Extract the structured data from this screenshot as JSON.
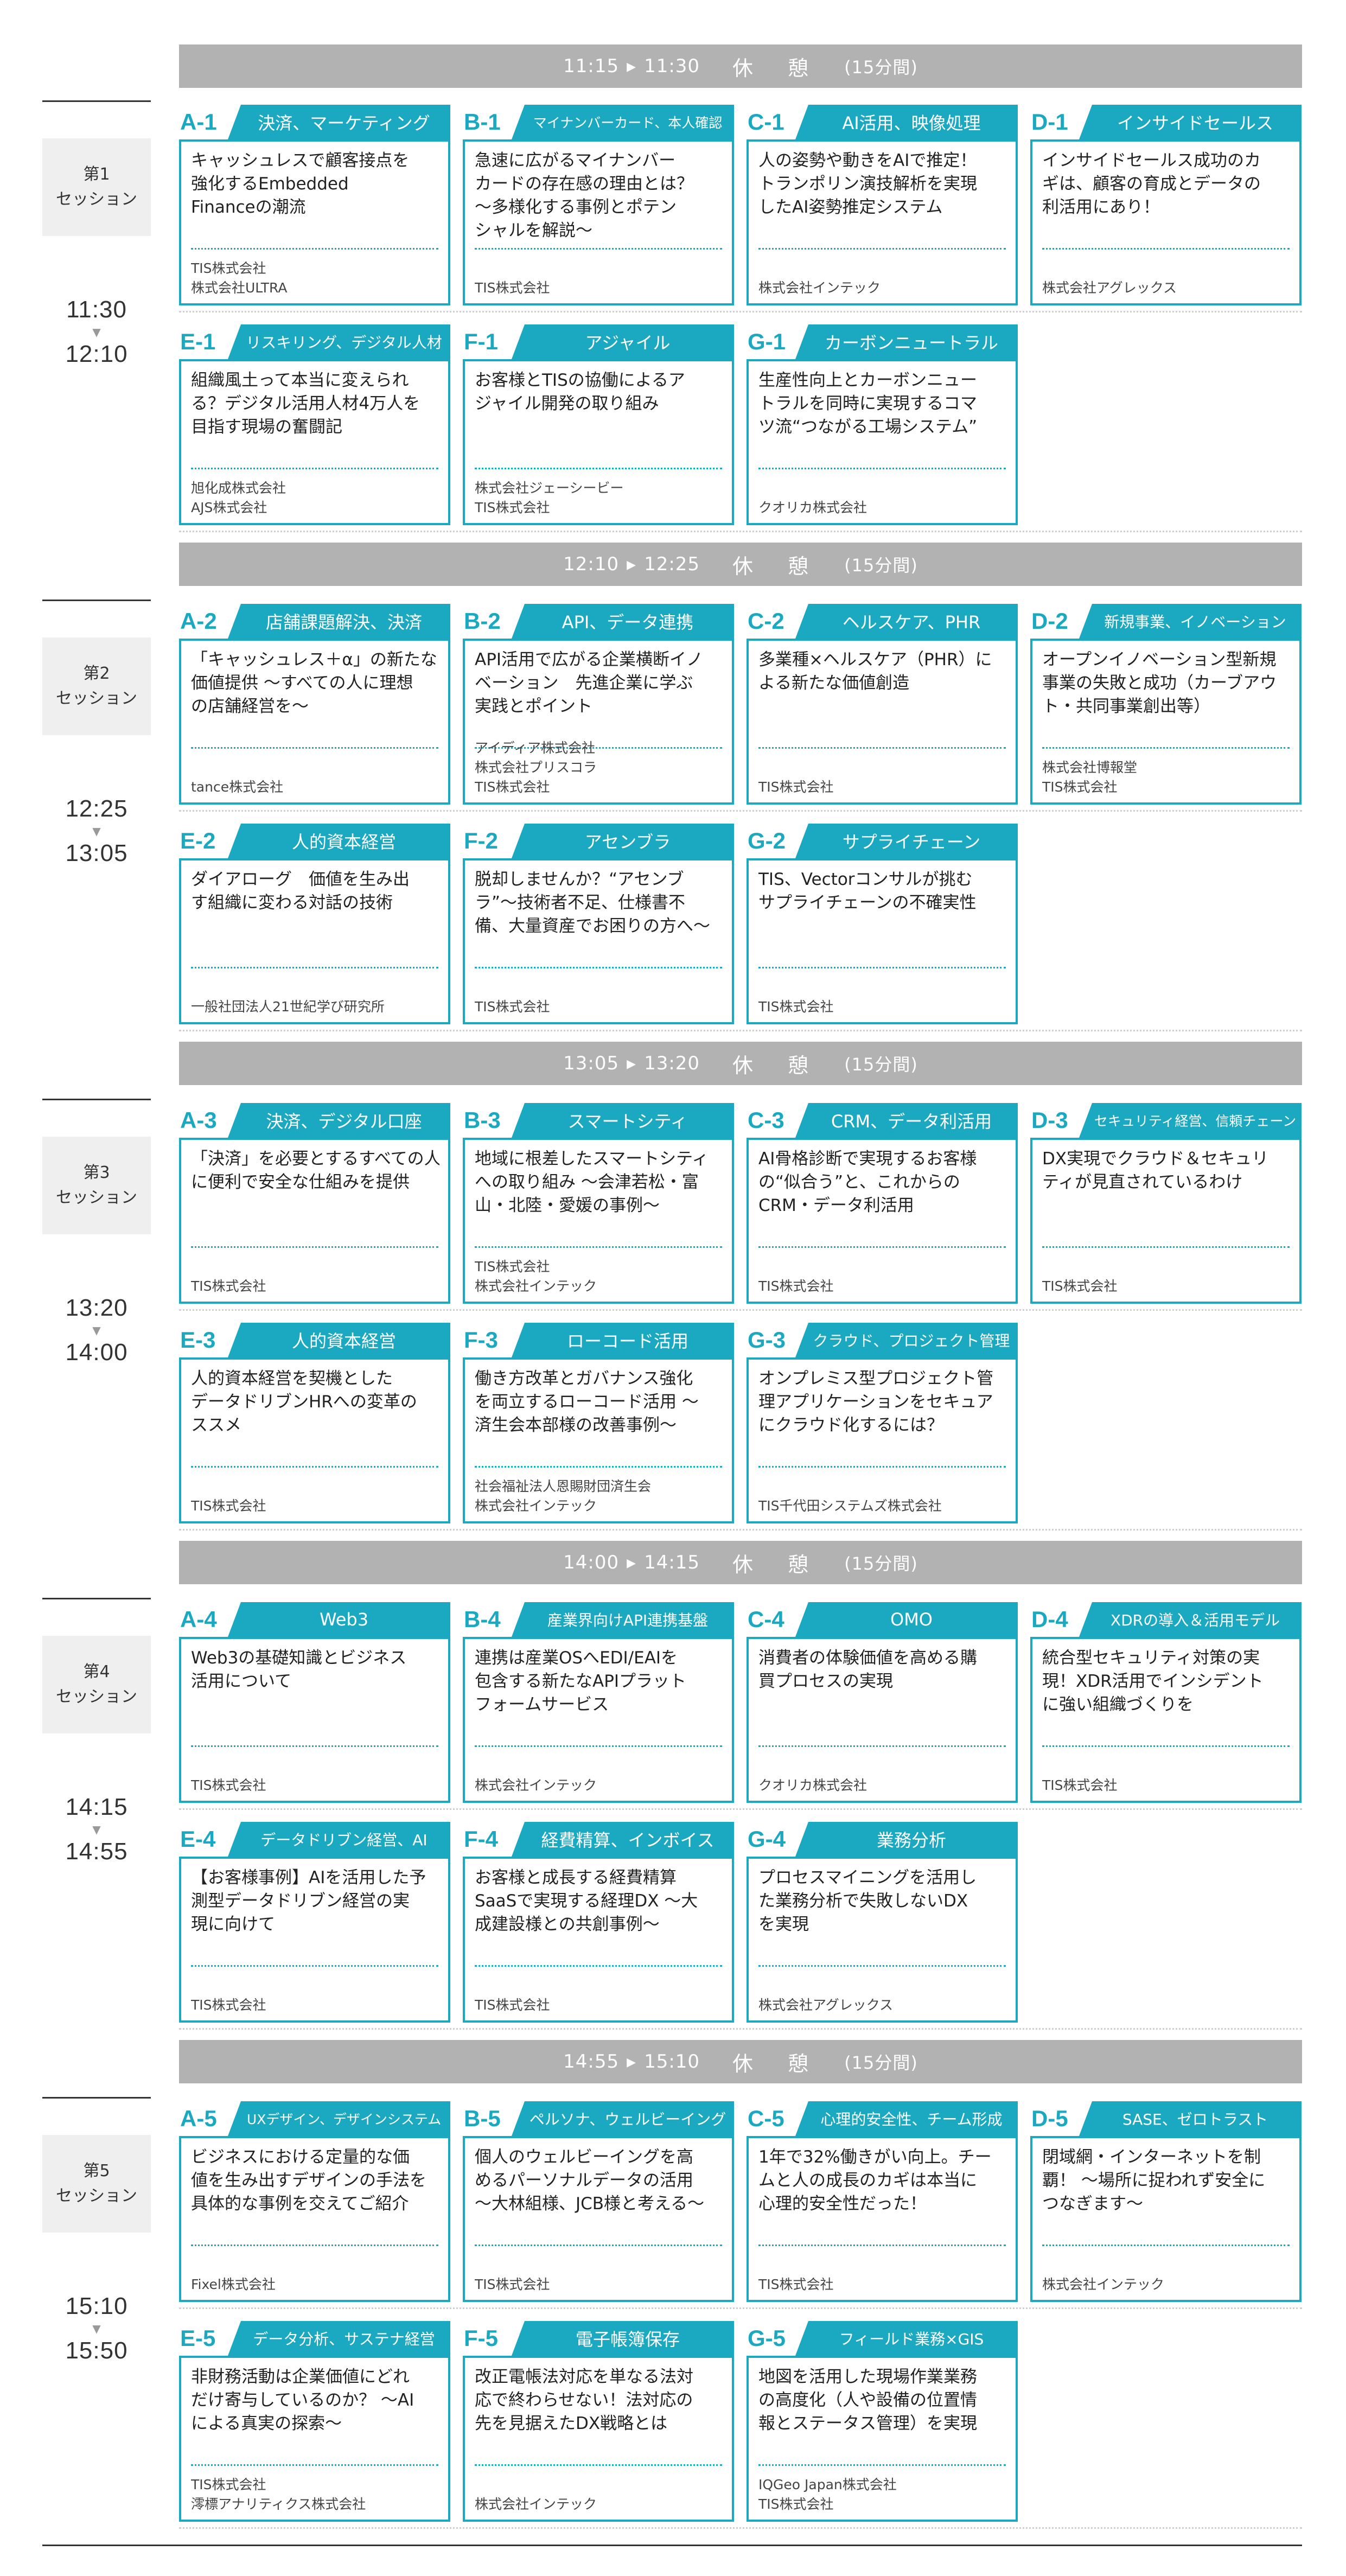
{
  "colors": {
    "accent": "#1aa9c0",
    "break_bar": "#b2b2b2",
    "session_label_bg": "#efefef"
  },
  "time_arrow_glyph": "▼",
  "break_arrow_glyph": "▶",
  "breaks": [
    {
      "start": "11:15",
      "end": "11:30",
      "label": "休 憩",
      "duration": "(15分間)"
    },
    {
      "start": "12:10",
      "end": "12:25",
      "label": "休 憩",
      "duration": "(15分間)"
    },
    {
      "start": "13:05",
      "end": "13:20",
      "label": "休 憩",
      "duration": "(15分間)"
    },
    {
      "start": "14:00",
      "end": "14:15",
      "label": "休 憩",
      "duration": "(15分間)"
    },
    {
      "start": "14:55",
      "end": "15:10",
      "label": "休 憩",
      "duration": "(15分間)"
    }
  ],
  "sessions": [
    {
      "label_line1": "第1",
      "label_line2": "セッション",
      "time_start": "11:30",
      "time_end": "12:10",
      "cards": [
        {
          "code": "A-1",
          "tag": "決済、マーケティング",
          "title": [
            "キャッシュレスで顧客接点を",
            "強化するEmbedded",
            "Financeの潮流"
          ],
          "companies": [
            "TIS株式会社",
            "株式会社ULTRA"
          ]
        },
        {
          "code": "B-1",
          "tag": "マイナンバーカード、本人確認",
          "title": [
            "急速に広がるマイナンバー",
            "カードの存在感の理由とは？",
            "～多様化する事例とポテン",
            "シャルを解説～"
          ],
          "companies": [
            "TIS株式会社"
          ]
        },
        {
          "code": "C-1",
          "tag": "AI活用、映像処理",
          "title": [
            "人の姿勢や動きをAIで推定！",
            "トランポリン演技解析を実現",
            "したAI姿勢推定システム"
          ],
          "companies": [
            "株式会社インテック"
          ]
        },
        {
          "code": "D-1",
          "tag": "インサイドセールス",
          "title": [
            "インサイドセールス成功のカ",
            "ギは、顧客の育成とデータの",
            "利活用にあり！"
          ],
          "companies": [
            "株式会社アグレックス"
          ]
        },
        {
          "code": "E-1",
          "tag": "リスキリング、デジタル人材",
          "title": [
            "組織風土って本当に変えられ",
            "る？デジタル活用人材4万人を",
            "目指す現場の奮闘記"
          ],
          "companies": [
            "旭化成株式会社",
            "AJS株式会社"
          ]
        },
        {
          "code": "F-1",
          "tag": "アジャイル",
          "title": [
            "お客様とTISの協働によるア",
            "ジャイル開発の取り組み"
          ],
          "companies": [
            "株式会社ジェーシービー",
            "TIS株式会社"
          ]
        },
        {
          "code": "G-1",
          "tag": "カーボンニュートラル",
          "title": [
            "生産性向上とカーボンニュー",
            "トラルを同時に実現するコマ",
            "ツ流“つながる工場システム”"
          ],
          "companies": [
            "クオリカ株式会社"
          ]
        }
      ]
    },
    {
      "label_line1": "第2",
      "label_line2": "セッション",
      "time_start": "12:25",
      "time_end": "13:05",
      "cards": [
        {
          "code": "A-2",
          "tag": "店舗課題解決、決済",
          "title": [
            "「キャッシュレス＋α」の新たな",
            "価値提供 ～すべての人に理想",
            "の店舗経営を～"
          ],
          "companies": [
            "tance株式会社"
          ]
        },
        {
          "code": "B-2",
          "tag": "API、データ連携",
          "title": [
            "API活用で広がる企業横断イノ",
            "ベーション　先進企業に学ぶ",
            "実践とポイント"
          ],
          "companies": [
            "アイディア株式会社",
            "株式会社プリスコラ",
            "TIS株式会社"
          ]
        },
        {
          "code": "C-2",
          "tag": "ヘルスケア、PHR",
          "title": [
            "多業種×ヘルスケア（PHR）に",
            "よる新たな価値創造"
          ],
          "companies": [
            "TIS株式会社"
          ]
        },
        {
          "code": "D-2",
          "tag": "新規事業、イノベーション",
          "title": [
            "オープンイノベーション型新規",
            "事業の失敗と成功（カーブアウ",
            "ト・共同事業創出等）"
          ],
          "companies": [
            "株式会社博報堂",
            "TIS株式会社"
          ]
        },
        {
          "code": "E-2",
          "tag": "人的資本経営",
          "title": [
            "ダイアローグ　価値を生み出",
            "す組織に変わる対話の技術"
          ],
          "companies": [
            "一般社団法人21世紀学び研究所"
          ]
        },
        {
          "code": "F-2",
          "tag": "アセンブラ",
          "title": [
            "脱却しませんか？“アセンブ",
            "ラ”～技術者不足、仕様書不",
            "備、大量資産でお困りの方へ～"
          ],
          "companies": [
            "TIS株式会社"
          ]
        },
        {
          "code": "G-2",
          "tag": "サプライチェーン",
          "title": [
            "TIS、Vectorコンサルが挑む",
            "サプライチェーンの不確実性"
          ],
          "companies": [
            "TIS株式会社"
          ]
        }
      ]
    },
    {
      "label_line1": "第3",
      "label_line2": "セッション",
      "time_start": "13:20",
      "time_end": "14:00",
      "cards": [
        {
          "code": "A-3",
          "tag": "決済、デジタル口座",
          "title": [
            "「決済」を必要とするすべての人",
            "に便利で安全な仕組みを提供"
          ],
          "companies": [
            "TIS株式会社"
          ]
        },
        {
          "code": "B-3",
          "tag": "スマートシティ",
          "title": [
            "地域に根差したスマートシティ",
            "への取り組み ～会津若松・富",
            "山・北陸・愛媛の事例～"
          ],
          "companies": [
            "TIS株式会社",
            "株式会社インテック"
          ]
        },
        {
          "code": "C-3",
          "tag": "CRM、データ利活用",
          "title": [
            "AI骨格診断で実現するお客様",
            "の“似合う”と、これからの",
            "CRM・データ利活用"
          ],
          "companies": [
            "TIS株式会社"
          ]
        },
        {
          "code": "D-3",
          "tag": "セキュリティ経営、信頼チェーン",
          "title": [
            "DX実現でクラウド＆セキュリ",
            "ティが見直されているわけ"
          ],
          "companies": [
            "TIS株式会社"
          ]
        },
        {
          "code": "E-3",
          "tag": "人的資本経営",
          "title": [
            "人的資本経営を契機とした",
            "データドリブンHRへの変革の",
            "ススメ"
          ],
          "companies": [
            "TIS株式会社"
          ]
        },
        {
          "code": "F-3",
          "tag": "ローコード活用",
          "title": [
            "働き方改革とガバナンス強化",
            "を両立するローコード活用 ～",
            "済生会本部様の改善事例～"
          ],
          "companies": [
            "社会福祉法人恩賜財団済生会",
            "株式会社インテック"
          ]
        },
        {
          "code": "G-3",
          "tag": "クラウド、プロジェクト管理",
          "title": [
            "オンプレミス型プロジェクト管",
            "理アプリケーションをセキュア",
            "にクラウド化するには？"
          ],
          "companies": [
            "TIS千代田システムズ株式会社"
          ]
        }
      ]
    },
    {
      "label_line1": "第4",
      "label_line2": "セッション",
      "time_start": "14:15",
      "time_end": "14:55",
      "cards": [
        {
          "code": "A-4",
          "tag": "Web3",
          "title": [
            "Web3の基礎知識とビジネス",
            "活用について"
          ],
          "companies": [
            "TIS株式会社"
          ]
        },
        {
          "code": "B-4",
          "tag": "産業界向けAPI連携基盤",
          "title": [
            "連携は産業OSへEDI/EAIを",
            "包含する新たなAPIプラット",
            "フォームサービス"
          ],
          "companies": [
            "株式会社インテック"
          ]
        },
        {
          "code": "C-4",
          "tag": "OMO",
          "title": [
            "消費者の体験価値を高める購",
            "買プロセスの実現"
          ],
          "companies": [
            "クオリカ株式会社"
          ]
        },
        {
          "code": "D-4",
          "tag": "XDRの導入＆活用モデル",
          "title": [
            "統合型セキュリティ対策の実",
            "現！XDR活用でインシデント",
            "に強い組織づくりを"
          ],
          "companies": [
            "TIS株式会社"
          ]
        },
        {
          "code": "E-4",
          "tag": "データドリブン経営、AI",
          "title": [
            "【お客様事例】AIを活用した予",
            "測型データドリブン経営の実",
            "現に向けて"
          ],
          "companies": [
            "TIS株式会社"
          ]
        },
        {
          "code": "F-4",
          "tag": "経費精算、インボイス",
          "title": [
            "お客様と成長する経費精算",
            "SaaSで実現する経理DX ～大",
            "成建設様との共創事例～"
          ],
          "companies": [
            "TIS株式会社"
          ]
        },
        {
          "code": "G-4",
          "tag": "業務分析",
          "title": [
            "プロセスマイニングを活用し",
            "た業務分析で失敗しないDX",
            "を実現"
          ],
          "companies": [
            "株式会社アグレックス"
          ]
        }
      ]
    },
    {
      "label_line1": "第5",
      "label_line2": "セッション",
      "time_start": "15:10",
      "time_end": "15:50",
      "cards": [
        {
          "code": "A-5",
          "tag": "UXデザイン、デザインシステム",
          "title": [
            "ビジネスにおける定量的な価",
            "値を生み出すデザインの手法を",
            "具体的な事例を交えてご紹介"
          ],
          "companies": [
            "Fixel株式会社"
          ]
        },
        {
          "code": "B-5",
          "tag": "ペルソナ、ウェルビーイング",
          "title": [
            "個人のウェルビーイングを高",
            "めるパーソナルデータの活用",
            "～大林組様、JCB様と考える～"
          ],
          "companies": [
            "TIS株式会社"
          ]
        },
        {
          "code": "C-5",
          "tag": "心理的安全性、チーム形成",
          "title": [
            "1年で32%働きがい向上。チー",
            "ムと人の成長のカギは本当に",
            "心理的安全性だった！"
          ],
          "companies": [
            "TIS株式会社"
          ]
        },
        {
          "code": "D-5",
          "tag": "SASE、ゼロトラスト",
          "title": [
            "閉域網・インターネットを制",
            "覇！ ～場所に捉われず安全に",
            "つなぎます～"
          ],
          "companies": [
            "株式会社インテック"
          ]
        },
        {
          "code": "E-5",
          "tag": "データ分析、サステナ経営",
          "title": [
            "非財務活動は企業価値にどれ",
            "だけ寄与しているのか？ ～AI",
            "による真実の探索～"
          ],
          "companies": [
            "TIS株式会社",
            "澪標アナリティクス株式会社"
          ]
        },
        {
          "code": "F-5",
          "tag": "電子帳簿保存",
          "title": [
            "改正電帳法対応を単なる法対",
            "応で終わらせない！法対応の",
            "先を見据えたDX戦略とは"
          ],
          "companies": [
            "株式会社インテック"
          ]
        },
        {
          "code": "G-5",
          "tag": "フィールド業務×GIS",
          "title": [
            "地図を活用した現場作業業務",
            "の高度化（人や設備の位置情",
            "報とステータス管理）を実現"
          ],
          "companies": [
            "IQGeo Japan株式会社",
            "TIS株式会社"
          ]
        }
      ]
    }
  ]
}
